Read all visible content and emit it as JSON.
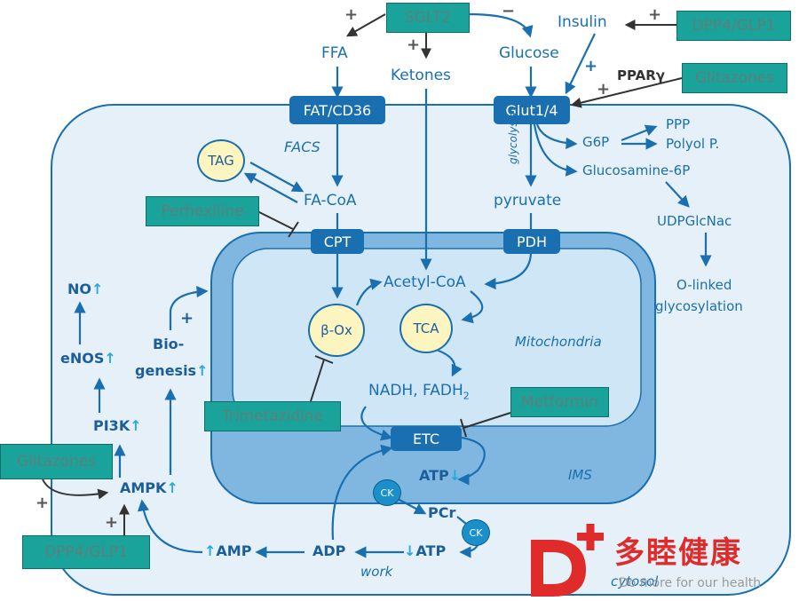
{
  "drugs": {
    "sglt2": "SGLT2",
    "dpp4_top": "DPP4/GLP1",
    "glitazones_top": "Glitazones",
    "perhexiline": "Perhexiline",
    "trimetazidine": "Trimetazidine",
    "metformin": "Metformin",
    "glitazones_left": "Glitazones",
    "dpp4_bottom": "DPP4/GLP1"
  },
  "substrates": {
    "ffa": "FFA",
    "ketones": "Ketones",
    "glucose": "Glucose",
    "insulin": "Insulin",
    "ppar": "PPARγ"
  },
  "transporters": {
    "fat": "FAT/CD36",
    "glut": "Glut1/4",
    "cpt": "CPT",
    "pdh": "PDH",
    "etc": "ETC"
  },
  "cytosol": {
    "facs": "FACS",
    "tag": "TAG",
    "facoa": "FA-CoA",
    "glycolysis": "glycolysis",
    "g6p": "G6P",
    "ppp": "PPP",
    "polyol": "Polyol P.",
    "glucosamine": "Glucosamine-6P",
    "pyruvate": "pyruvate",
    "udpglcnac": "UDPGlcNac",
    "olinked_1": "O-linked",
    "olinked_2": "glycosylation"
  },
  "mito": {
    "acetylcoa": "Acetyl-CoA",
    "box": "β-Ox",
    "tca": "TCA",
    "nadh": "NADH, FADH",
    "nadh_sub": "2",
    "mito_label": "Mitochondria",
    "ims": "IMS"
  },
  "energy": {
    "atp_mito": "ATP",
    "ck1": "CK",
    "ck2": "CK",
    "pcr": "PCr",
    "atp_cyto": "ATP",
    "adp": "ADP",
    "amp": "AMP",
    "work": "work",
    "cytosol_label": "cytosol"
  },
  "signaling": {
    "no": "NO",
    "enos": "eNOS",
    "pi3k": "PI3K",
    "ampk": "AMPK",
    "bio_1": "Bio-",
    "bio_2": "genesis"
  },
  "signs": {
    "plus": "+",
    "minus": "−",
    "up": "↑",
    "down": "↓"
  },
  "watermark": {
    "brand_cn": "多睦健康",
    "tagline": "Do more for our health"
  },
  "colors": {
    "pathway_blue": "#1a6fb0",
    "drug_teal": "#1aa39a",
    "cell_fill": "#e6f0f8",
    "mito_fill": "#cfe6f7",
    "logo_red": "#e02b2b"
  }
}
